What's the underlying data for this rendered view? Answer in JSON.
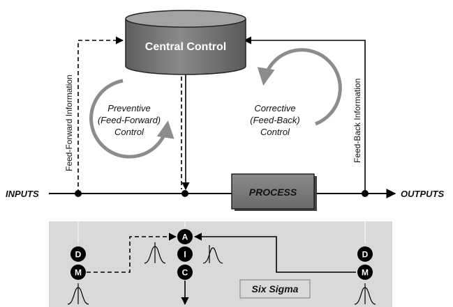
{
  "central_control": {
    "label": "Central Control"
  },
  "flow": {
    "inputs_label": "INPUTS",
    "outputs_label": "OUTPUTS",
    "process_label": "PROCESS"
  },
  "side_labels": {
    "feed_forward": "Feed-Forward Information",
    "feed_back": "Feed-Back Information"
  },
  "loops": {
    "preventive": {
      "line1": "Preventive",
      "line2": "(Feed-Forward)",
      "line3": "Control"
    },
    "corrective": {
      "line1": "Corrective",
      "line2": "(Feed-Back)",
      "line3": "Control"
    }
  },
  "six_sigma": {
    "label": "Six Sigma",
    "left_nodes": [
      "D",
      "M"
    ],
    "center_nodes": [
      "A",
      "I",
      "C"
    ],
    "right_nodes": [
      "D",
      "M"
    ]
  },
  "colors": {
    "cylinder_fill": "#7d7d7d",
    "process_fill": "#7a7a7a",
    "panel_fill": "#d9d9d9",
    "arc_gray": "#8c8c8c",
    "line": "#000000"
  }
}
